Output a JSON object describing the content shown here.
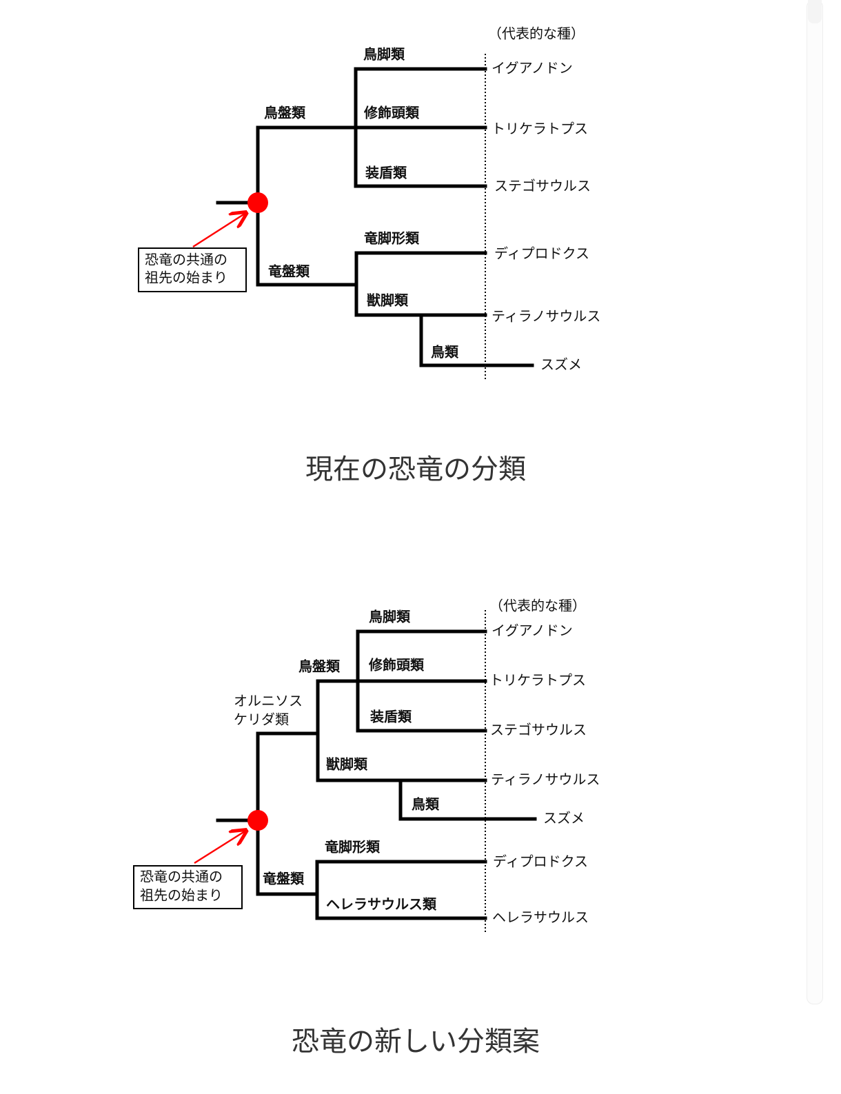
{
  "colors": {
    "line": "#000000",
    "accent": "#ff0000",
    "caption": "#333333"
  },
  "diagram1": {
    "header": "（代表的な種）",
    "root_note": [
      "恐竜の共通の",
      "祖先の始まり"
    ],
    "clades": {
      "ornithischia": "鳥盤類",
      "ornithopoda": "鳥脚類",
      "marginocephalia": "修飾頭類",
      "thyreophora": "装盾類",
      "saurischia": "竜盤類",
      "sauropodomorpha": "竜脚形類",
      "theropoda": "獣脚類",
      "aves": "鳥類"
    },
    "species": [
      "イグアノドン",
      "トリケラトプス",
      "ステゴサウルス",
      "ディプロドクス",
      "ティラノサウルス",
      "スズメ"
    ],
    "caption": "現在の恐竜の分類"
  },
  "diagram2": {
    "header": "（代表的な種）",
    "root_note": [
      "恐竜の共通の",
      "祖先の始まり"
    ],
    "clades": {
      "ornithoscelida": [
        "オルニソス",
        "ケリダ類"
      ],
      "ornithischia": "鳥盤類",
      "ornithopoda": "鳥脚類",
      "marginocephalia": "修飾頭類",
      "thyreophora": "装盾類",
      "theropoda": "獣脚類",
      "aves": "鳥類",
      "saurischia": "竜盤類",
      "sauropodomorpha": "竜脚形類",
      "herrerasauridae": "ヘレラサウルス類"
    },
    "species": [
      "イグアノドン",
      "トリケラトプス",
      "ステゴサウルス",
      "ティラノサウルス",
      "スズメ",
      "ディプロドクス",
      "ヘレラサウルス"
    ],
    "caption": "恐竜の新しい分類案"
  }
}
